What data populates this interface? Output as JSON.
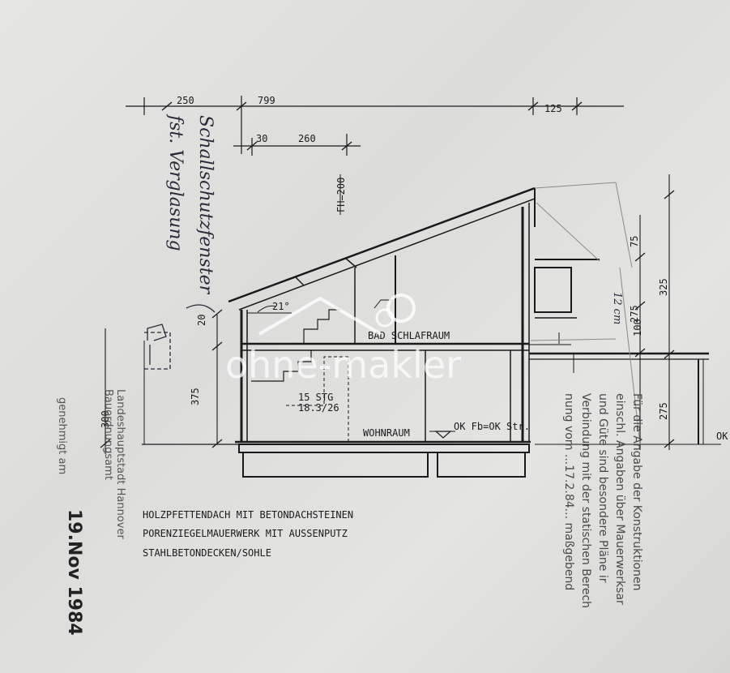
{
  "dimensions": {
    "top_left": "250",
    "top_middle": "799",
    "top_right": "125",
    "second_a": "30",
    "second_b": "260",
    "fh": "FH=200",
    "roof_angle": "21°",
    "left_20": "20",
    "left_375": "375",
    "left_300": "300",
    "right_75": "75",
    "right_325": "325",
    "right_275a": "275",
    "right_100": "100",
    "right_275b": "275",
    "right_ok": "OK"
  },
  "rooms": {
    "bath_sleep": "BAD   SCHLAFRAUM",
    "living": "WOHNRAUM",
    "stairs_count": "15 STG",
    "stairs_ratio": "18.3/26",
    "ok_level": "OK Fb=OK Str."
  },
  "materials": [
    "HOLZPFETTENDACH MIT BETONDACHSTEINEN",
    "PORENZIEGELMAUERWERK MIT AUSSENPUTZ",
    "STAHLBETONDECKEN/SOHLE"
  ],
  "approval": {
    "line1": "Landeshauptstadt Hannover",
    "line2": "Bauordnungsamt",
    "line3": "genehmigt am",
    "date": "19.Nov 1984"
  },
  "handwriting": {
    "line1": "Schallschutzfenster",
    "line2": "fst. Verglasung",
    "margin_note": "12 cm"
  },
  "stamp_note": [
    "Für die Angabe der Konstruktionen",
    "einschl. Angaben über Mauerwerksar",
    "und Güte sind besondere Pläne ir",
    "Verbindung mit der statischen Berech",
    "nung vom  ...17.2.84...  maßgebend"
  ],
  "watermark": "ohne-makler"
}
